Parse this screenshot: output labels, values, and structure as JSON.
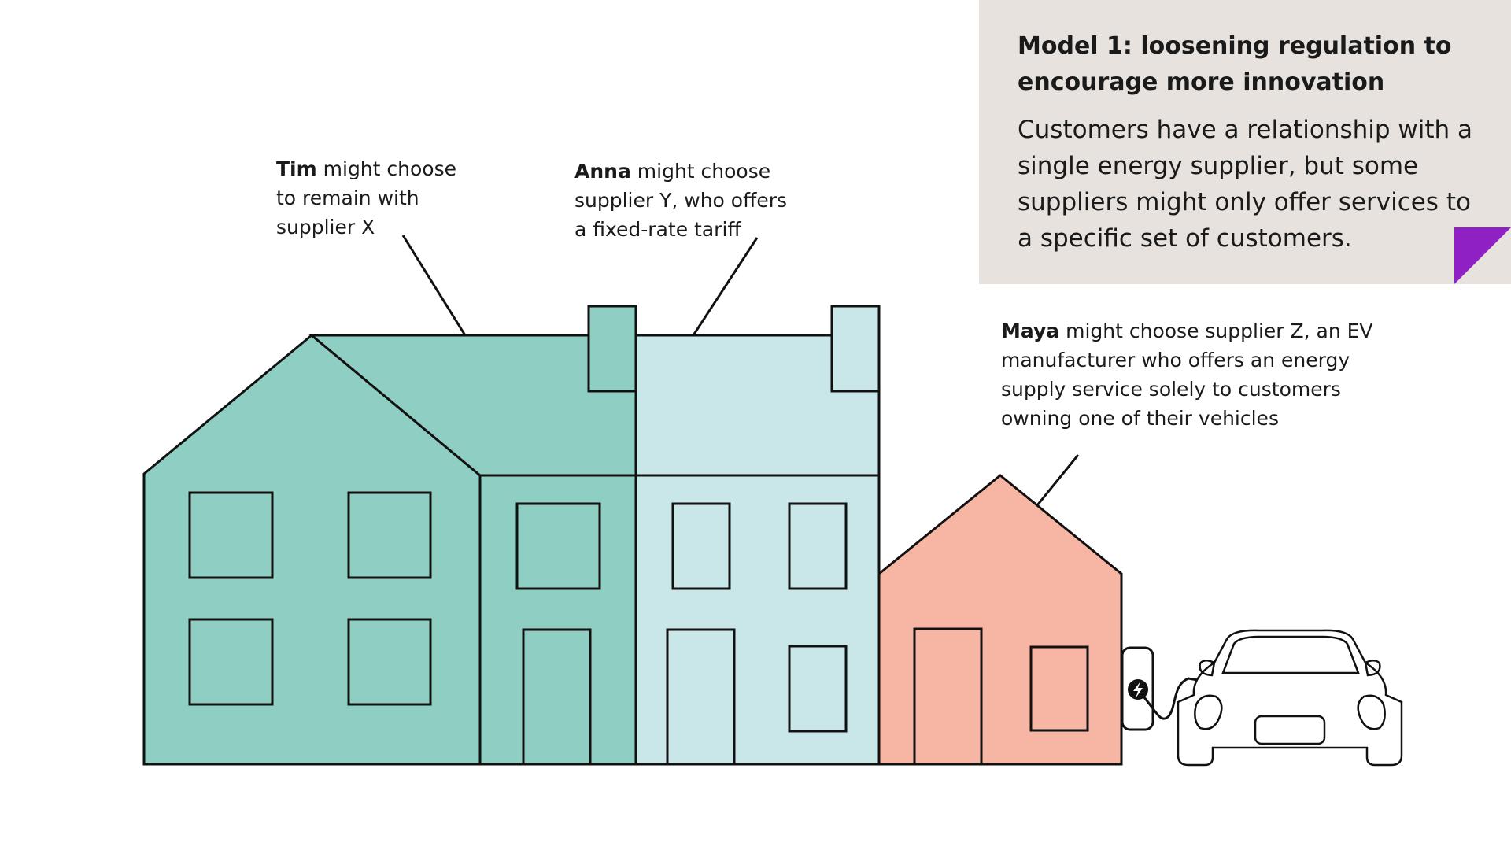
{
  "info_box": {
    "title": "Model 1: loosening regulation to encourage more innovation",
    "body": "Customers have a relationship with a single energy supplier, but some suppliers might only offer services to a specific set of customers.",
    "background_color": "#e7e2de",
    "accent_color": "#8e20c4"
  },
  "callouts": {
    "tim": {
      "name": "Tim",
      "text": "might choose to remain with supplier X"
    },
    "anna": {
      "name": "Anna",
      "text": "might choose supplier Y, who offers a fixed-rate tariff"
    },
    "maya": {
      "name": "Maya",
      "text": "might choose supplier Z, an EV manufacturer who offers an energy supply service solely to customers owning one of their vehicles"
    }
  },
  "colors": {
    "tim_house": "#8fcfc3",
    "anna_house": "#c9e6e8",
    "maya_house": "#f7b5a3",
    "outline": "#111111"
  },
  "icons": {
    "charger": "lightning-bolt-icon",
    "vehicle": "electric-car-icon"
  }
}
